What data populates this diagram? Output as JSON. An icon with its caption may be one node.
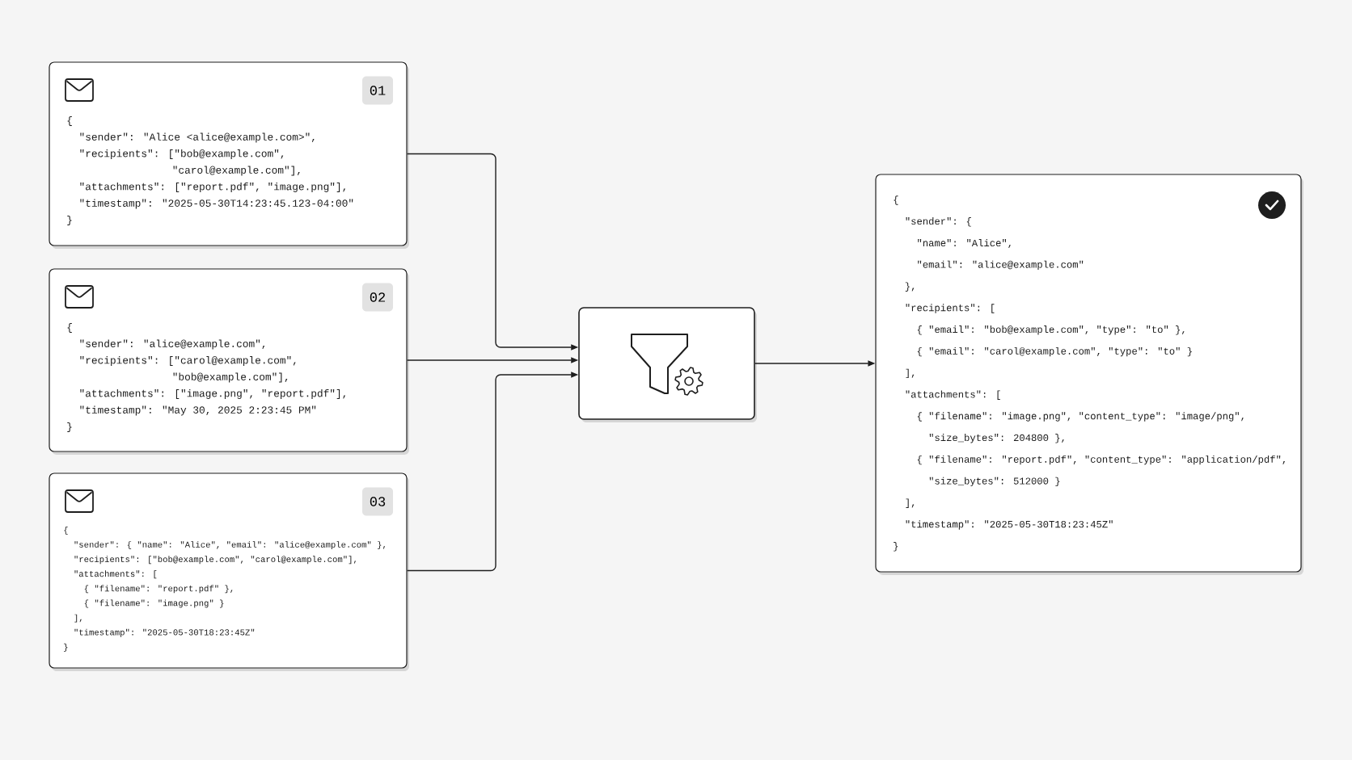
{
  "diagram": {
    "nodes": [
      {
        "text": [
          "01",
          "{",
          "\"sender\": \"Alice <alice@example.com>\",",
          "\"recipients\": [\"bob@example.com\",",
          "\"carol@example.com\"],",
          "\"attachments\": [\"report.pdf\", \"image.png\"],",
          "\"timestamp\": \"2025-05-30T14:23:45.123-04:00\"",
          "}"
        ]
      },
      {
        "text": [
          "02",
          "{",
          "\"sender\": \"alice@example.com\",",
          "\"recipients\": [\"carol@example.com\",",
          "\"bob@example.com\"],",
          "\"attachments\": [\"image.png\", \"report.pdf\"],",
          "\"timestamp\": \"May 30, 2025 2:23:45 PM\"",
          "}"
        ]
      },
      {
        "text": [
          "03",
          "{",
          "\"sender\": { \"name\": \"Alice\", \"email\": \"alice@example.com\" },",
          "\"recipients\": [\"bob@example.com\", \"carol@example.com\"],",
          "\"attachments\": [",
          "{ \"filename\": \"report.pdf\" },",
          "{ \"filename\": \"image.png\" }",
          "],",
          "\"timestamp\": \"2025-05-30T18:23:45Z\"",
          "}"
        ]
      },
      {
        "text": [],
        "shape": "box"
      },
      {
        "text": [
          "{",
          "\"sender\": {",
          "\"name\": \"Alice\",",
          "\"email\": \"alice@example.com\"",
          "},",
          "\"recipients\": [",
          "{ \"email\": \"bob@example.com\", \"type\": \"to\" },",
          "{ \"email\": \"carol@example.com\", \"type\": \"to\" }",
          "],",
          "\"attachments\": [",
          "{ \"filename\": \"image.png\", \"content_type\": \"image/png\",",
          "\"size_bytes\": 204800 },",
          "{ \"filename\": \"report.pdf\", \"content_type\": \"application/pdf\",",
          "\"size_bytes\": 512000 }",
          "],",
          "\"timestamp\": \"2025-05-30T18:23:45Z\"",
          "}"
        ]
      }
    ],
    "edges": [
      {
        "from": 0,
        "to": 3,
        "arrow": "to"
      },
      {
        "from": 1,
        "to": 3,
        "arrow": "to"
      },
      {
        "from": 2,
        "to": 3,
        "arrow": "to"
      },
      {
        "from": 3,
        "to": 4,
        "arrow": "to"
      }
    ]
  }
}
